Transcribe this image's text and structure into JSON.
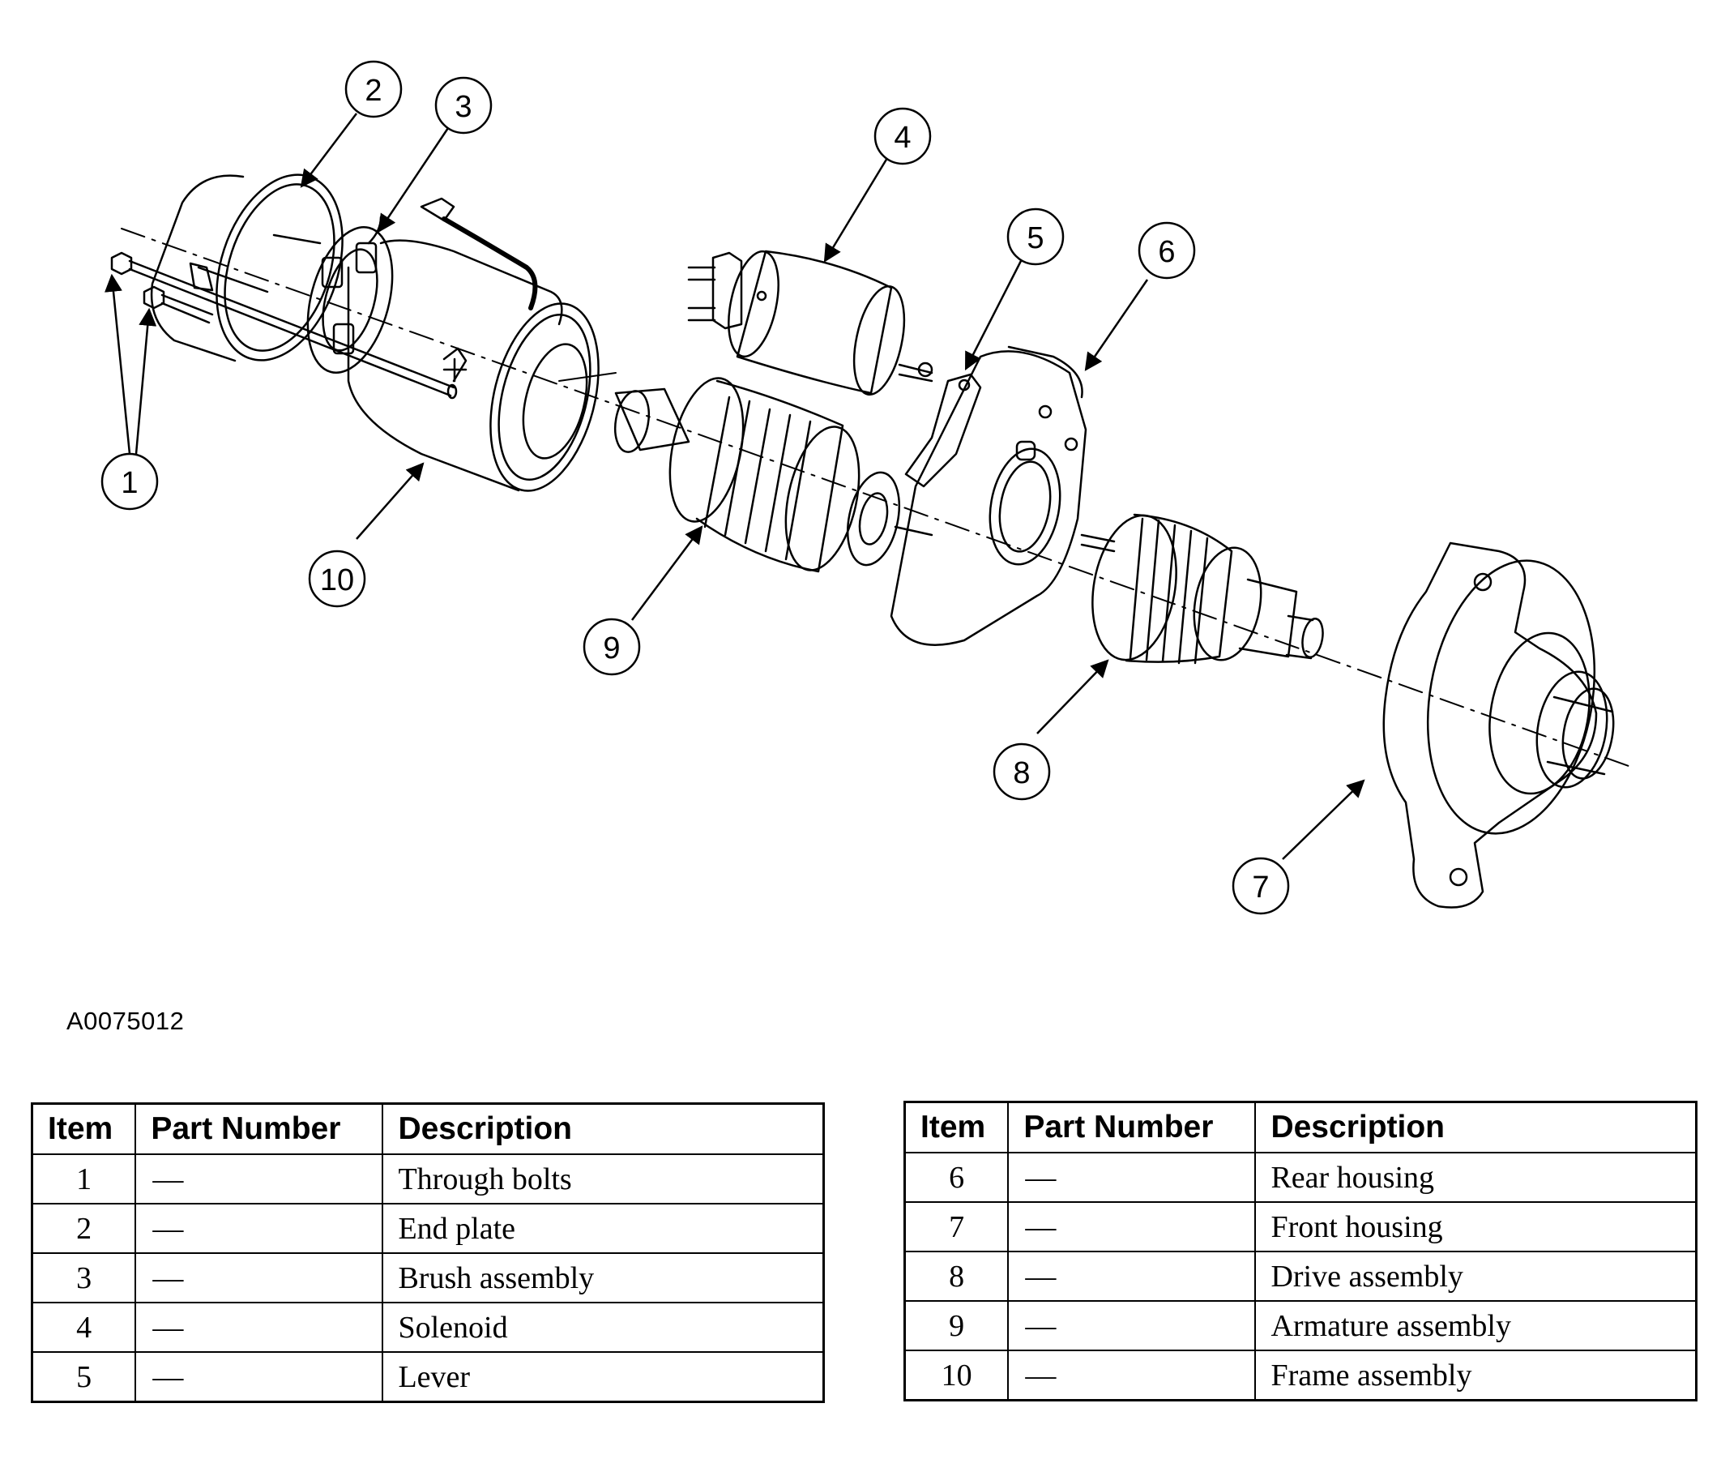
{
  "figure_id": "A0075012",
  "callouts": [
    {
      "n": "1"
    },
    {
      "n": "2"
    },
    {
      "n": "3"
    },
    {
      "n": "4"
    },
    {
      "n": "5"
    },
    {
      "n": "6"
    },
    {
      "n": "7"
    },
    {
      "n": "8"
    },
    {
      "n": "9"
    },
    {
      "n": "10"
    }
  ],
  "table_headers": {
    "item": "Item",
    "part_number": "Part Number",
    "description": "Description"
  },
  "parts_left": [
    {
      "item": "1",
      "part_number": "—",
      "description": "Through bolts"
    },
    {
      "item": "2",
      "part_number": "—",
      "description": "End plate"
    },
    {
      "item": "3",
      "part_number": "—",
      "description": "Brush assembly"
    },
    {
      "item": "4",
      "part_number": "—",
      "description": "Solenoid"
    },
    {
      "item": "5",
      "part_number": "—",
      "description": "Lever"
    }
  ],
  "parts_right": [
    {
      "item": "6",
      "part_number": "—",
      "description": "Rear housing"
    },
    {
      "item": "7",
      "part_number": "—",
      "description": "Front housing"
    },
    {
      "item": "8",
      "part_number": "—",
      "description": "Drive assembly"
    },
    {
      "item": "9",
      "part_number": "—",
      "description": "Armature assembly"
    },
    {
      "item": "10",
      "part_number": "—",
      "description": "Frame assembly"
    }
  ]
}
